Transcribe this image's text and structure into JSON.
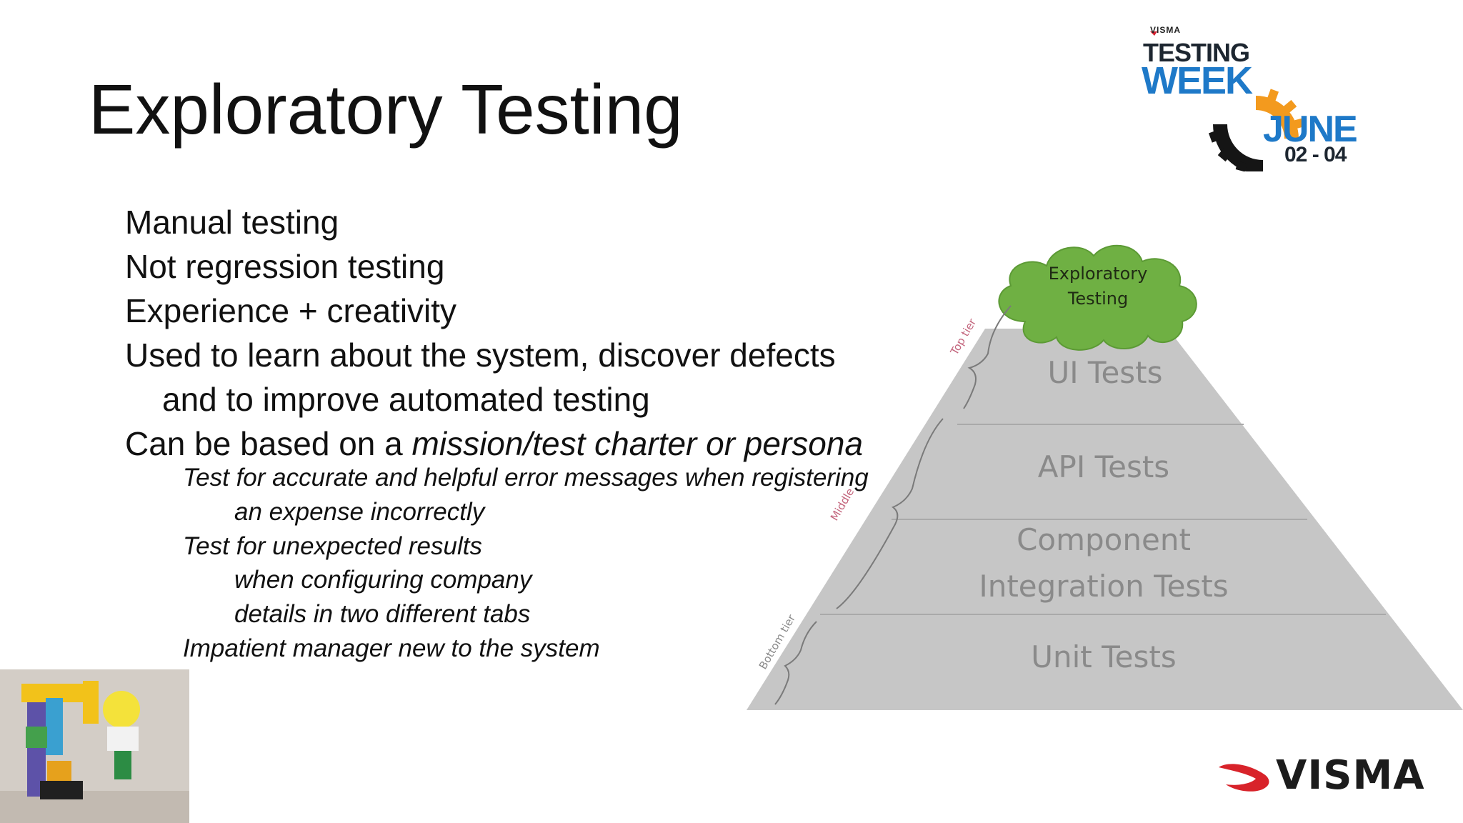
{
  "slide": {
    "title": "Exploratory Testing"
  },
  "bullets": [
    "Manual testing",
    "Not regression testing",
    "Experience + creativity",
    "Used to learn about the system, discover defects",
    "and to improve automated testing"
  ],
  "charter_line": {
    "prefix": "Can be based on a ",
    "emphasis": "mission/test charter or persona"
  },
  "sub_bullets": [
    "Test for accurate and helpful error messages when registering",
    "an expense incorrectly",
    "Test for unexpected results",
    "when configuring company",
    "details in two different tabs",
    "Impatient manager new to the system"
  ],
  "pyramid": {
    "cloud_label_line1": "Exploratory",
    "cloud_label_line2": "Testing",
    "levels": [
      "UI Tests",
      "API Tests",
      "Component",
      "Integration Tests",
      "Unit Tests"
    ],
    "tiers": [
      "Top tier",
      "Middle",
      "Bottom tier"
    ],
    "colors": {
      "pyramid": "#c4c4c4",
      "cloud": "#6fb043",
      "label": "#8a8a8a"
    }
  },
  "logos": {
    "event_brand": "VISMA",
    "event_line1": "TESTING",
    "event_line2": "WEEK",
    "event_month": "JUNE",
    "event_dates": "02 - 04",
    "company": "VISMA"
  }
}
